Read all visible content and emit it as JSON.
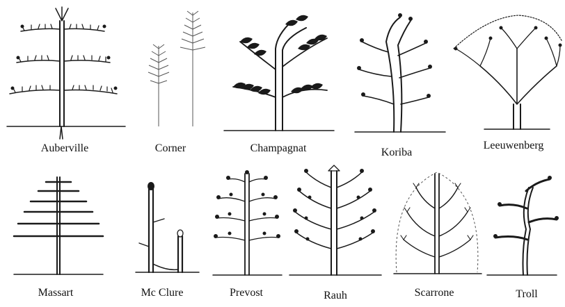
{
  "models": [
    {
      "id": "auberville",
      "label": "Auberville"
    },
    {
      "id": "corner",
      "label": "Corner"
    },
    {
      "id": "champagnat",
      "label": "Champagnat"
    },
    {
      "id": "koriba",
      "label": "Koriba"
    },
    {
      "id": "leeuwenberg",
      "label": "Leeuwenberg"
    },
    {
      "id": "massart",
      "label": "Massart"
    },
    {
      "id": "mcclure",
      "label": "Mc Clure"
    },
    {
      "id": "prevost",
      "label": "Prevost"
    },
    {
      "id": "rauh",
      "label": "Rauh"
    },
    {
      "id": "scarrone",
      "label": "Scarrone"
    },
    {
      "id": "troll",
      "label": "Troll"
    }
  ],
  "colors": {
    "ink": "#1a1a1a",
    "paper": "#ffffff"
  }
}
